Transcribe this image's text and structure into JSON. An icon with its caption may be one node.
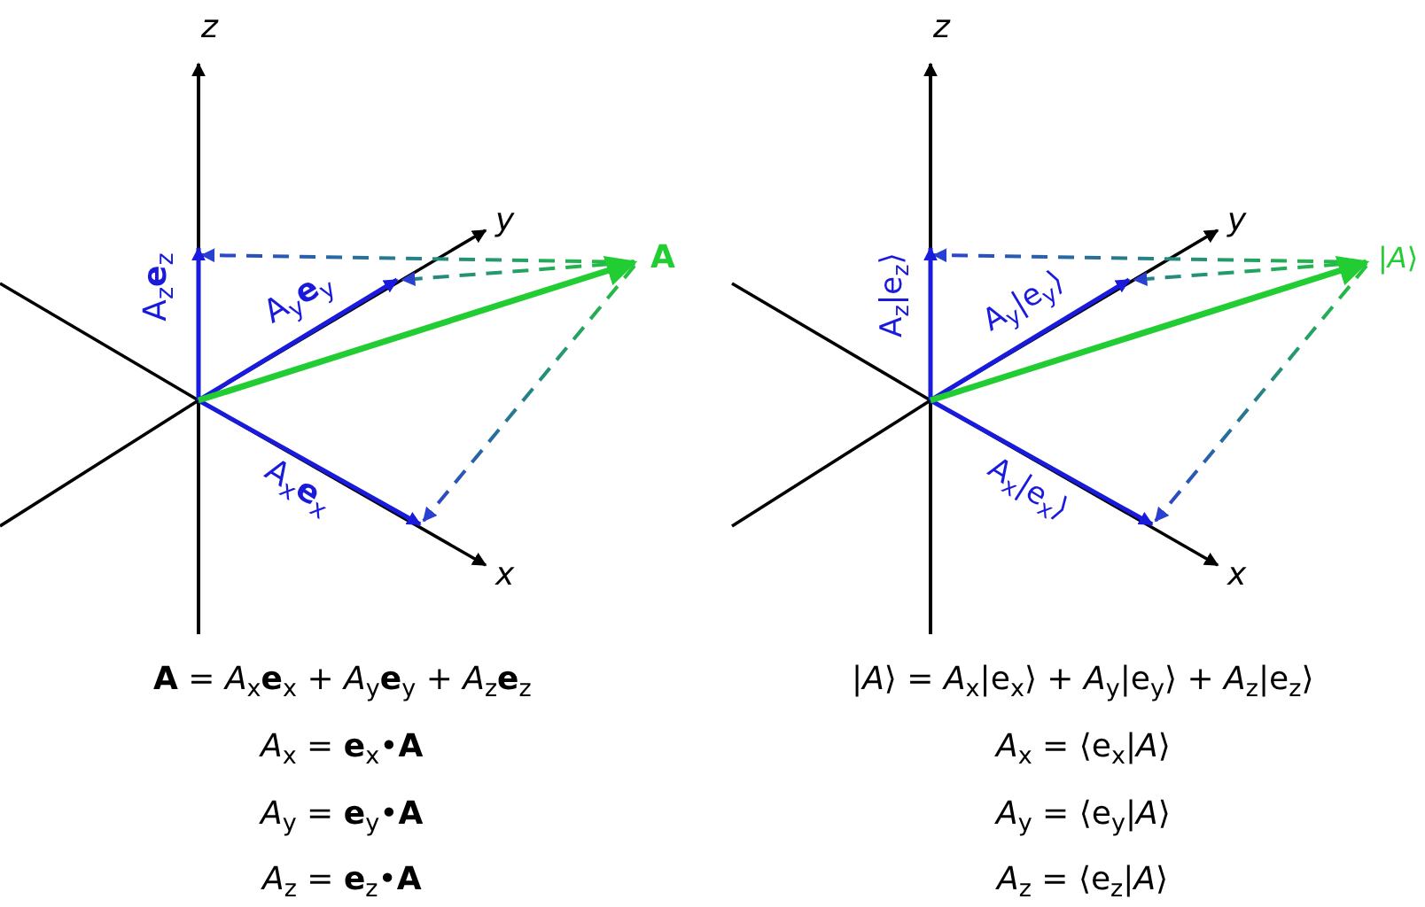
{
  "diagram": {
    "labels": [
      "z",
      "y",
      "A",
      "A$_{z}$**e**$_{z}$",
      "A$_{y}$**e**$_{y}$",
      "A$_{x}$**e**$_{x}$",
      "x",
      "z",
      "y",
      "|*A*⟩",
      "A$_{z}$|e$_{z}$⟩",
      "A$_{y}$|e$_{y}$⟩",
      "A$_{x}$|e$_{x}$⟩",
      "x",
      "**A** = *A*$_{x}$**e**$_{x}$ + *A*$_{y}$**e**$_{y}$ + *A*$_{z}$**e**$_{z}$",
      "|*A*⟩ = *A*$_{x}$|e$_{x}$⟩ + *A*$_{y}$|e$_{y}$⟩ + *A*$_{z}$|e$_{z}$⟩",
      "*A*$_{x}$ = **e**$_{x}$•**A**",
      "*A*$_{x}$ = ⟨e$_{x}$|*A*⟩",
      "*A*$_{y}$ = **e**$_{y}$•**A**",
      "*A*$_{y}$ = ⟨e$_{y}$|*A*⟩",
      "*A*$_{z}$ = **e**$_{z}$•**A**",
      "*A*$_{z}$ = ⟨e$_{z}$|*A*⟩"
    ]
  }
}
